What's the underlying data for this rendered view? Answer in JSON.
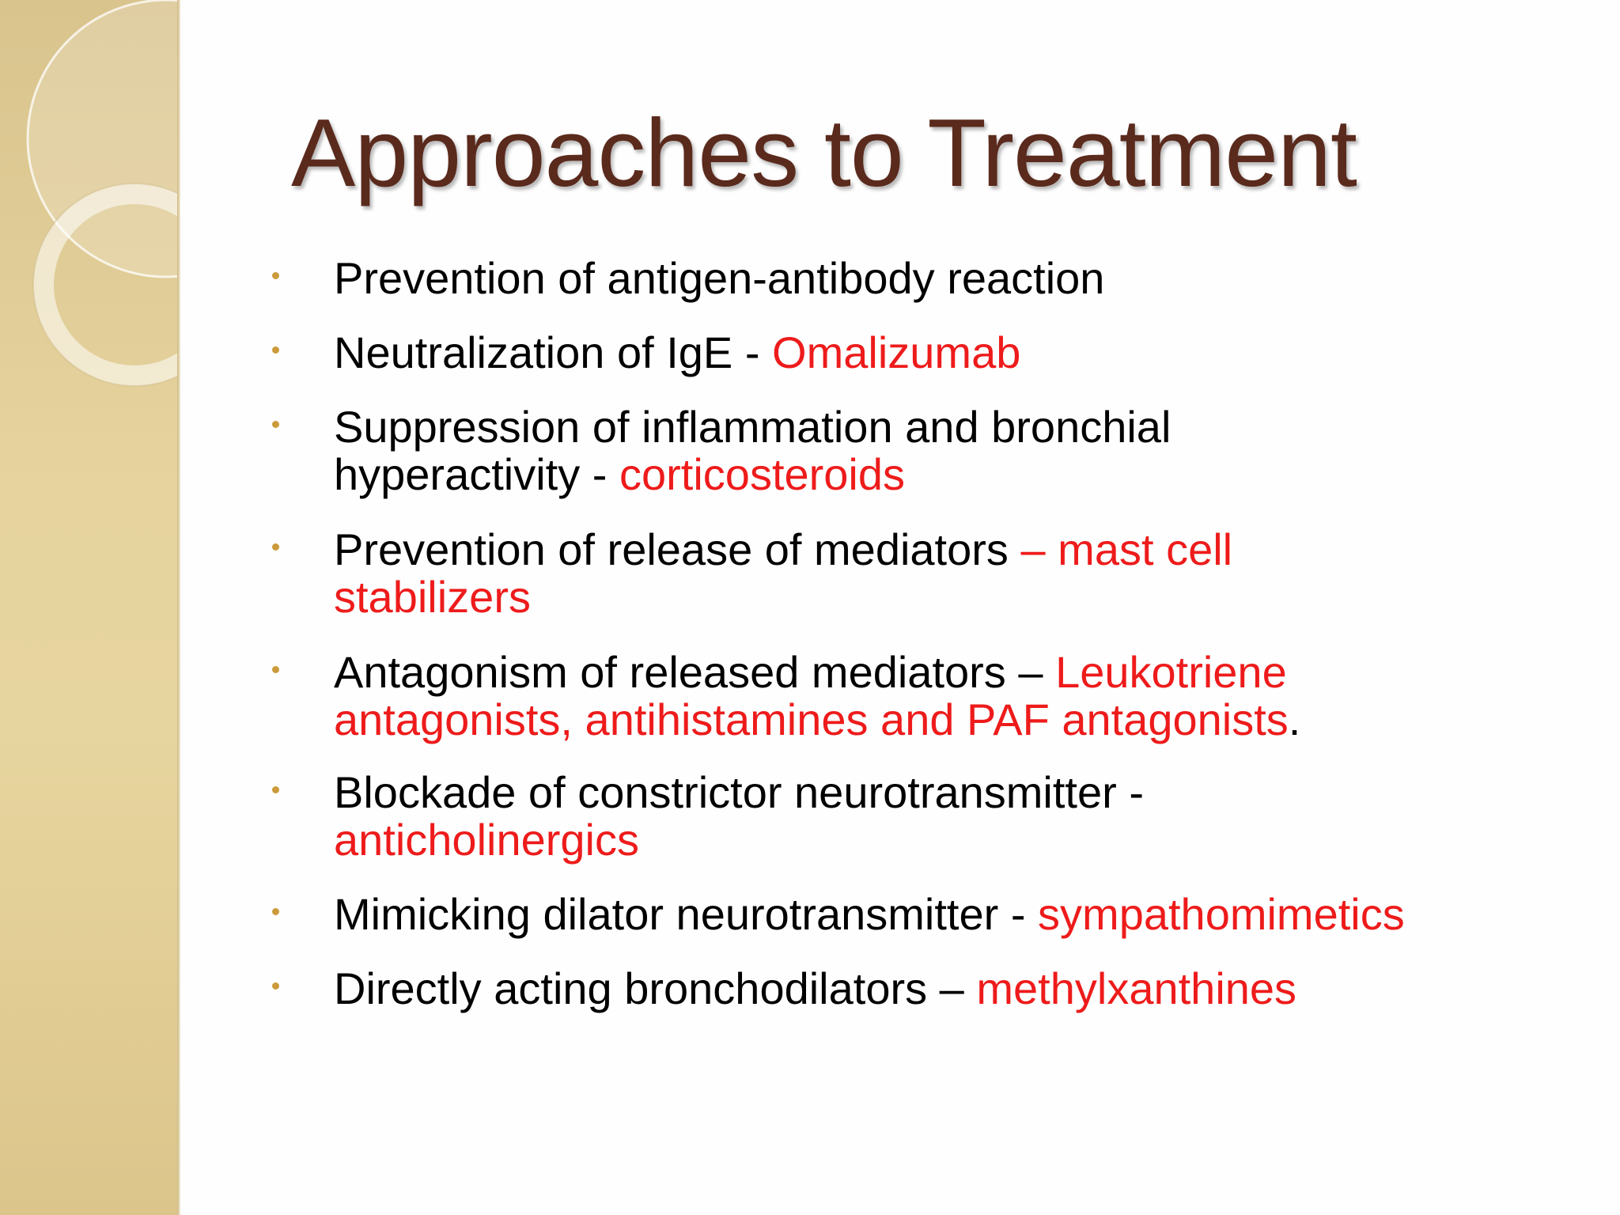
{
  "slide": {
    "title": "Approaches to Treatment",
    "colors": {
      "title": "#5a2a1c",
      "text": "#000000",
      "highlight": "#ee1b1b",
      "bullet": "#cc9a3a",
      "sidebar": "#e6d39d"
    },
    "bullets": [
      {
        "text": "Prevention of antigen-antibody reaction"
      },
      {
        "text": "Neutralization of IgE - ",
        "highlight": "Omalizumab"
      },
      {
        "line1": "Suppression of inflammation and bronchial",
        "line2": "hyperactivity - ",
        "highlight": "corticosteroids"
      },
      {
        "line1": "Prevention of release of mediators ",
        "highlight_line1": "– mast cell",
        "highlight_line2": "stabilizers"
      },
      {
        "line1": "Antagonism of released mediators – ",
        "highlight_line1": "Leukotriene",
        "highlight_line2": "antagonists, antihistamines and PAF antagonists",
        "suffix": "."
      },
      {
        "line1": "Blockade of constrictor neurotransmitter -",
        "highlight_line2": "anticholinergics"
      },
      {
        "text": "Mimicking dilator neurotransmitter - ",
        "highlight": "sympathomimetics"
      },
      {
        "text": "Directly acting bronchodilators – ",
        "highlight": "methylxanthines"
      }
    ]
  }
}
